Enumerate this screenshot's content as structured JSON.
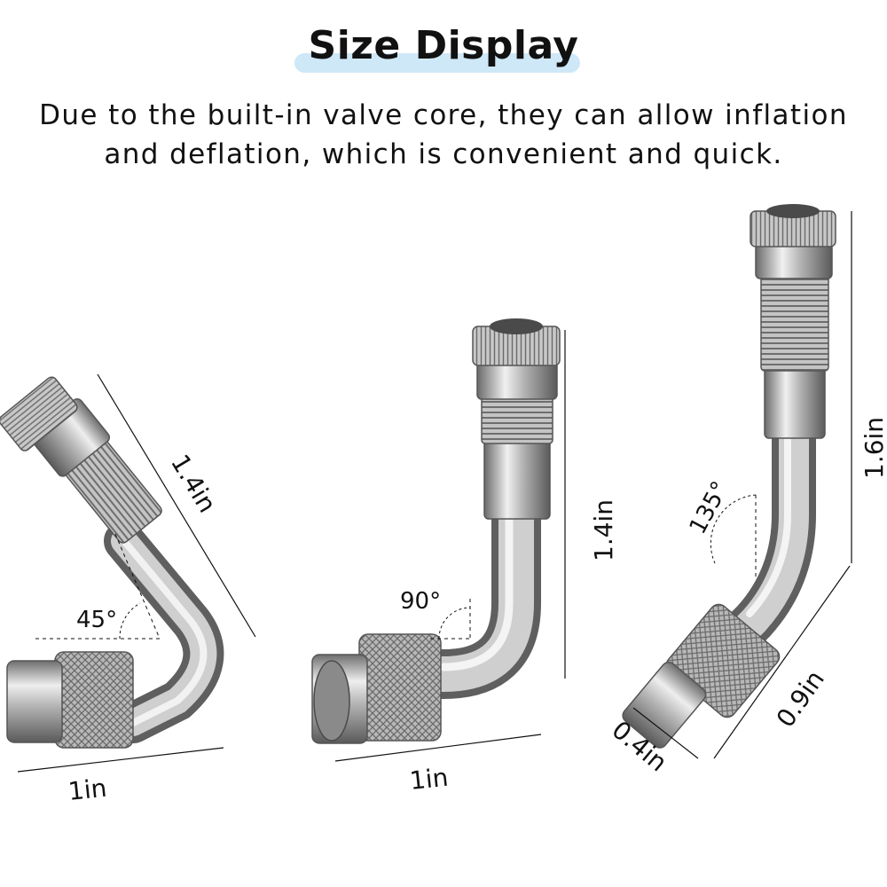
{
  "header": {
    "title": "Size Display",
    "subtitle_line1": "Due to the built-in valve core, they can allow inflation",
    "subtitle_line2": "and deflation, which is convenient and quick."
  },
  "products": [
    {
      "angle": "45°",
      "length": "1.4in",
      "width": "1in"
    },
    {
      "angle": "90°",
      "length": "1.4in",
      "width": "1in"
    },
    {
      "angle": "135°",
      "length": "1.6in",
      "diameter": "0.4in",
      "width": "0.9in"
    }
  ],
  "colors": {
    "highlight": "#cfe8f7",
    "metal": "#9a9a9a",
    "text": "#111111"
  }
}
